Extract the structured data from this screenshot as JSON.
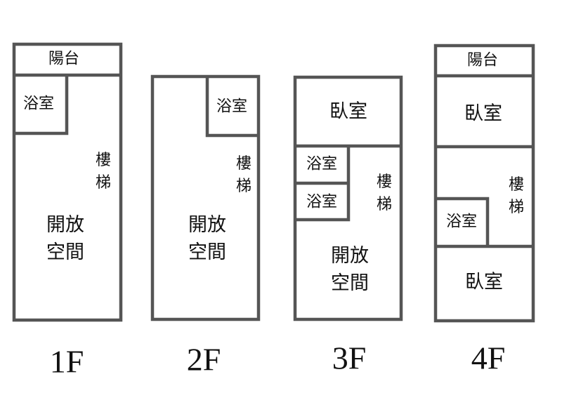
{
  "floors": [
    {
      "name": "1F",
      "rooms": {
        "balcony": "陽台",
        "bath": "浴室",
        "stairs": "樓梯",
        "open": "開放空間"
      }
    },
    {
      "name": "2F",
      "rooms": {
        "bath": "浴室",
        "stairs": "樓梯",
        "open": "開放空間"
      }
    },
    {
      "name": "3F",
      "rooms": {
        "bedroom": "臥室",
        "bath1": "浴室",
        "bath2": "浴室",
        "stairs": "樓梯",
        "open": "開放空間"
      }
    },
    {
      "name": "4F",
      "rooms": {
        "balcony": "陽台",
        "bedroom1": "臥室",
        "bath": "浴室",
        "stairs": "樓梯",
        "bedroom2": "臥室"
      }
    }
  ],
  "colors": {
    "wall": "#555555",
    "text": "#111111"
  }
}
